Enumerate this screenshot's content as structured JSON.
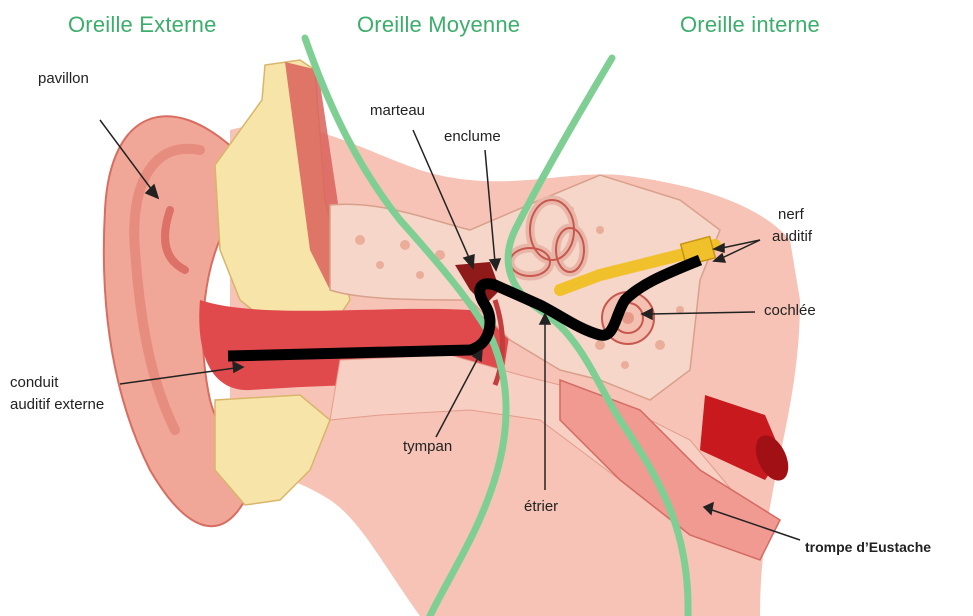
{
  "regions": {
    "outer": "Oreille Externe",
    "middle": "Oreille Moyenne",
    "inner": "Oreille interne"
  },
  "labels": {
    "pavillon": "pavillon",
    "marteau": "marteau",
    "enclume": "enclume",
    "nerf_line1": "nerf",
    "nerf_line2": "auditif",
    "cochlee": "cochlée",
    "conduit_line1": "conduit",
    "conduit_line2": "auditif externe",
    "tympan": "tympan",
    "etrier": "étrier",
    "trompe": "trompe d’Eustache"
  },
  "colors": {
    "region_title": "#3cae6b",
    "boundary_line": "#7fcf95",
    "sound_path": "#000000",
    "skin": "#f4b3a8",
    "skin_dark": "#d8574d",
    "canal": "#e0484a",
    "fat": "#f6e4a8",
    "bone": "#f6d6c8",
    "nerve": "#f1c12b",
    "tube": "#c8191e"
  }
}
